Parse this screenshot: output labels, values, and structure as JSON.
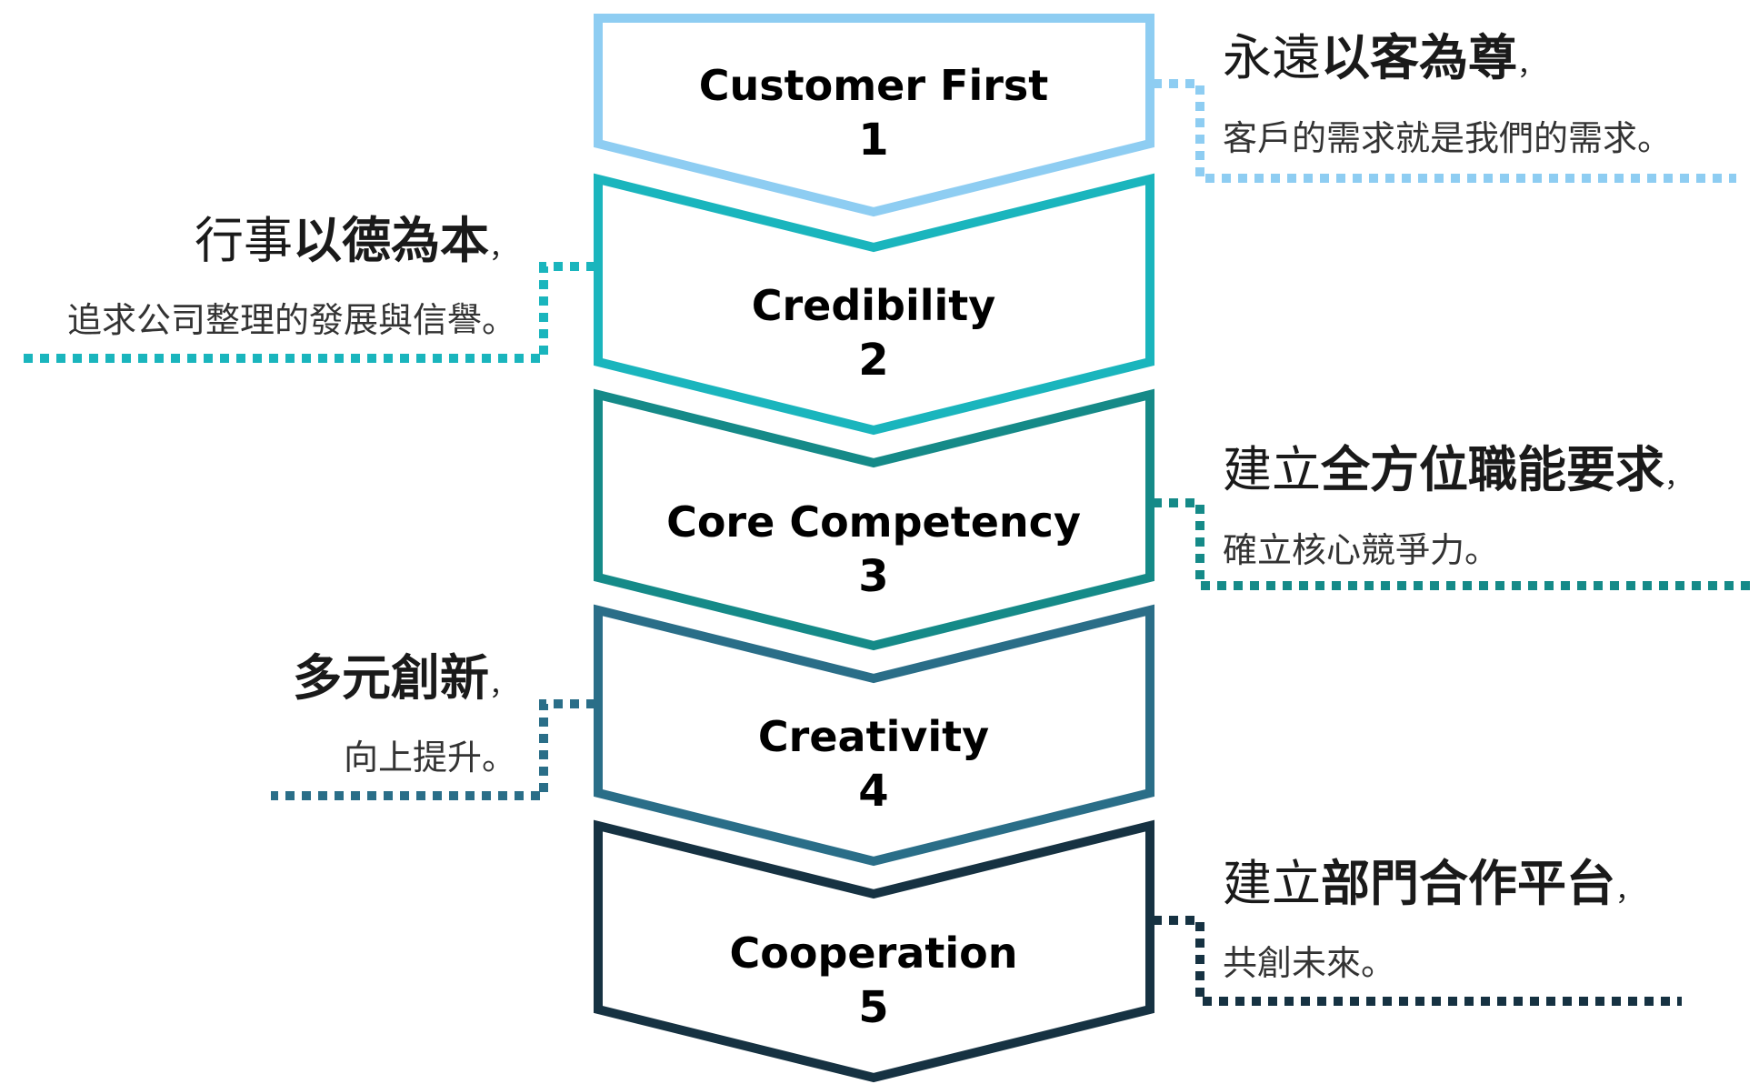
{
  "steps": [
    {
      "label": "Customer First",
      "number": "1",
      "color": "#8ecdf2"
    },
    {
      "label": "Credibility",
      "number": "2",
      "color": "#1ab5bd"
    },
    {
      "label": "Core Competency",
      "number": "3",
      "color": "#158a88"
    },
    {
      "label": "Creativity",
      "number": "4",
      "color": "#2a6e88"
    },
    {
      "label": "Cooperation",
      "number": "5",
      "color": "#163242"
    }
  ],
  "annotations": [
    {
      "step": 1,
      "side": "right",
      "title_light": "永遠",
      "title_bold": "以客為尊",
      "comma": "，",
      "subtitle": "客戶的需求就是我們的需求。"
    },
    {
      "step": 2,
      "side": "left",
      "title_light": "行事",
      "title_bold": "以德為本",
      "comma": "，",
      "subtitle": "追求公司整理的發展與信譽。"
    },
    {
      "step": 3,
      "side": "right",
      "title_light": "建立",
      "title_bold": "全方位職能要求",
      "comma": "，",
      "subtitle": "確立核心競爭力。"
    },
    {
      "step": 4,
      "side": "left",
      "title_light": "",
      "title_bold": "多元創新",
      "comma": "，",
      "subtitle": "向上提升。"
    },
    {
      "step": 5,
      "side": "right",
      "title_light": "建立",
      "title_bold": "部門合作平台",
      "comma": "，",
      "subtitle": "共創未來。"
    }
  ]
}
